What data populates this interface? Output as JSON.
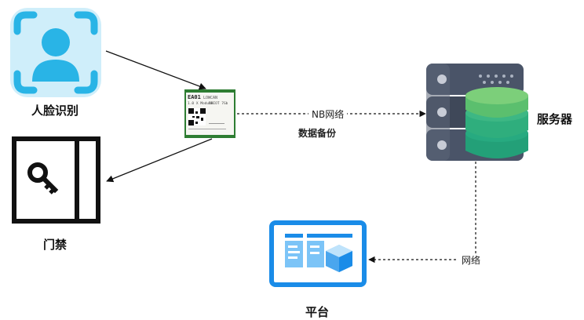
{
  "nodes": {
    "face_recognition": {
      "label": "人脸识别"
    },
    "access_control": {
      "label": "门禁"
    },
    "server": {
      "label": "服务器"
    },
    "platform": {
      "label": "平台"
    },
    "module": {
      "model_text": "EA01",
      "sub_text": "LOWCAN",
      "line2": "1.0 X Module",
      "line3": "NBIOT 7Gb"
    }
  },
  "edges": {
    "nb_network": {
      "label": "NB网络"
    },
    "data_backup": {
      "label": "数据备份"
    },
    "network": {
      "label": "网络"
    }
  },
  "colors": {
    "face_icon": "#29b4e6",
    "face_frame_bg": "#cfeefa",
    "door_icon": "#111111",
    "server_dark": "#4a5468",
    "db_green_top": "#6cc26a",
    "db_green_mid": "#2fae7d",
    "db_green_bottom": "#23a078",
    "platform_blue": "#1a8ce8",
    "platform_light": "#7cc4f7",
    "module_board": "#2e7d32"
  }
}
